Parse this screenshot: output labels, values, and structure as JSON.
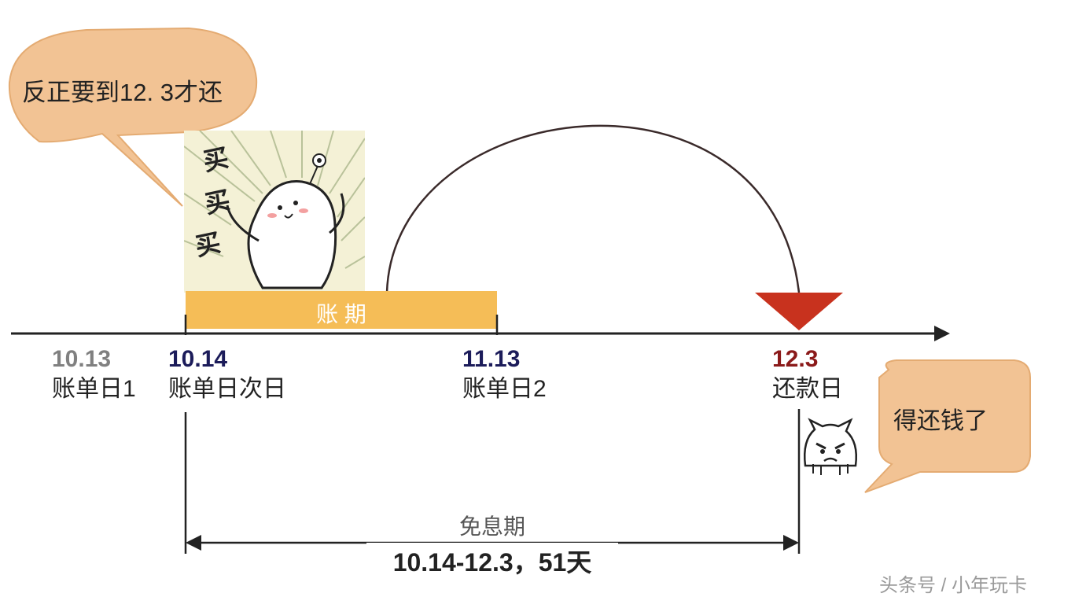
{
  "bubble_left": {
    "text": "反正要到12. 3才还"
  },
  "bubble_right": {
    "text": "得还钱了"
  },
  "shopping_panel": {
    "buy_chars": [
      "买",
      "买",
      "买"
    ]
  },
  "billing_period": {
    "label": "账 期"
  },
  "timeline": {
    "points": [
      {
        "date": "10.13",
        "label": "账单日1",
        "date_color": "#808080"
      },
      {
        "date": "10.14",
        "label": "账单日次日",
        "date_color": "#1c1c5a"
      },
      {
        "date": "11.13",
        "label": "账单日2",
        "date_color": "#1c1c5a"
      },
      {
        "date": "12.3",
        "label": "还款日",
        "date_color": "#8b1a1a"
      }
    ]
  },
  "grace_period": {
    "title": "免息期",
    "range": "10.14-12.3，51天"
  },
  "colors": {
    "bubble": "#f2c394",
    "period_bar": "#f5bd57",
    "marker": "#c8321e"
  },
  "watermark": "头条号 / 小年玩卡"
}
